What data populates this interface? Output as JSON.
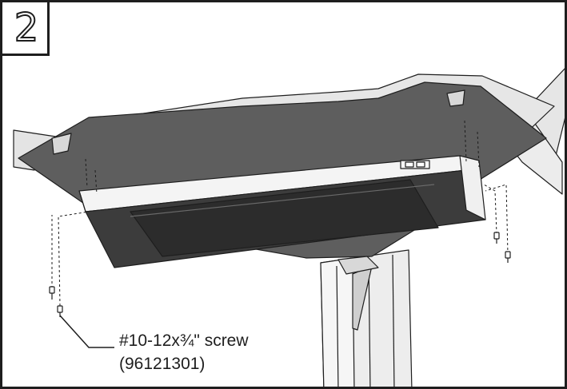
{
  "step": {
    "number": "2"
  },
  "callout": {
    "part_name": "#10-12x¾\" screw",
    "part_number": "(96121301)"
  },
  "colors": {
    "outline": "#1e1e1e",
    "desktop_underside": "#5e5e5e",
    "desktop_edge": "#e6e6e6",
    "panel_light": "#f2f2f2",
    "panel_dark": "#3c3c3c"
  },
  "icons": {
    "screw": "screw-icon"
  }
}
